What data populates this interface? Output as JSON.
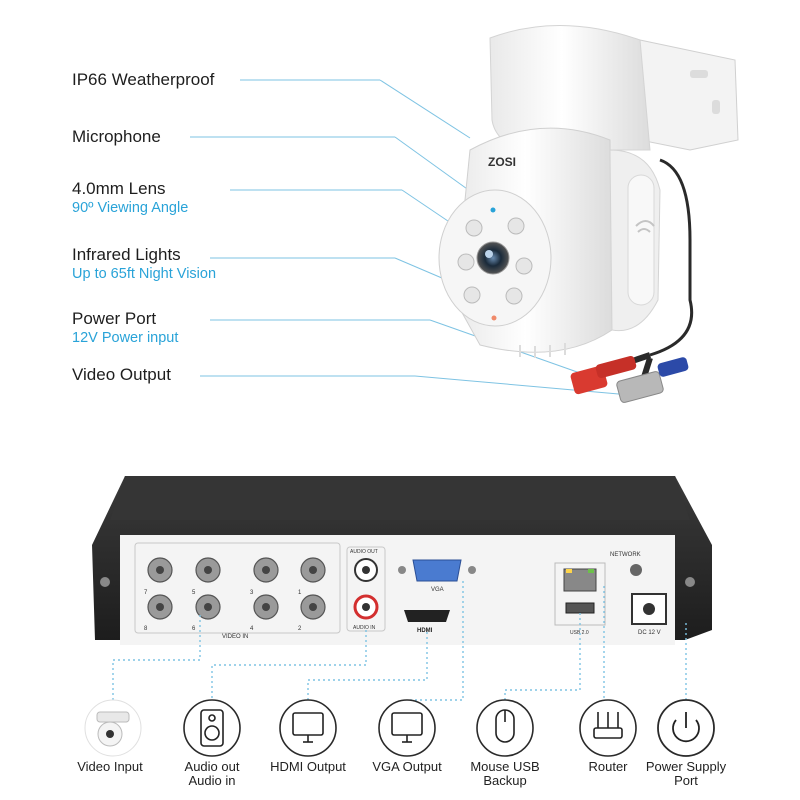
{
  "features": [
    {
      "title": "IP66 Weatherproof",
      "subtitle": ""
    },
    {
      "title": "Microphone",
      "subtitle": ""
    },
    {
      "title": "4.0mm Lens",
      "subtitle": "90º Viewing Angle"
    },
    {
      "title": "Infrared Lights",
      "subtitle": "Up to 65ft Night Vision"
    },
    {
      "title": "Power Port",
      "subtitle": "12V Power input"
    },
    {
      "title": "Video Output",
      "subtitle": ""
    }
  ],
  "camera_brand": "ZOSI",
  "dvr_labels": {
    "video_in": "VIDEO IN",
    "audio_out": "AUDIO OUT",
    "audio_in": "AUDIO IN",
    "vga": "VGA",
    "hdmi": "HDMI",
    "network": "NETWORK",
    "usb": "USB 2.0",
    "dc": "DC 12 V",
    "bnc_numbers": [
      "7",
      "5",
      "3",
      "1",
      "8",
      "6",
      "4",
      "2"
    ]
  },
  "connections": [
    {
      "label_line1": "Video Input",
      "label_line2": "",
      "icon": "camera-icon"
    },
    {
      "label_line1": "Audio out",
      "label_line2": "Audio in",
      "icon": "speaker-icon"
    },
    {
      "label_line1": "HDMI Output",
      "label_line2": "",
      "icon": "monitor-icon"
    },
    {
      "label_line1": "VGA Output",
      "label_line2": "",
      "icon": "monitor-icon"
    },
    {
      "label_line1": "Mouse USB",
      "label_line2": "Backup",
      "icon": "mouse-icon"
    },
    {
      "label_line1": "Router",
      "label_line2": "",
      "icon": "router-icon"
    },
    {
      "label_line1": "Power Supply",
      "label_line2": "Port",
      "icon": "power-icon"
    }
  ],
  "colors": {
    "accent": "#29a3d8",
    "leader": "#7ec3e3",
    "dvr_body": "#2a2a2a",
    "panel": "#f4f4f4"
  }
}
